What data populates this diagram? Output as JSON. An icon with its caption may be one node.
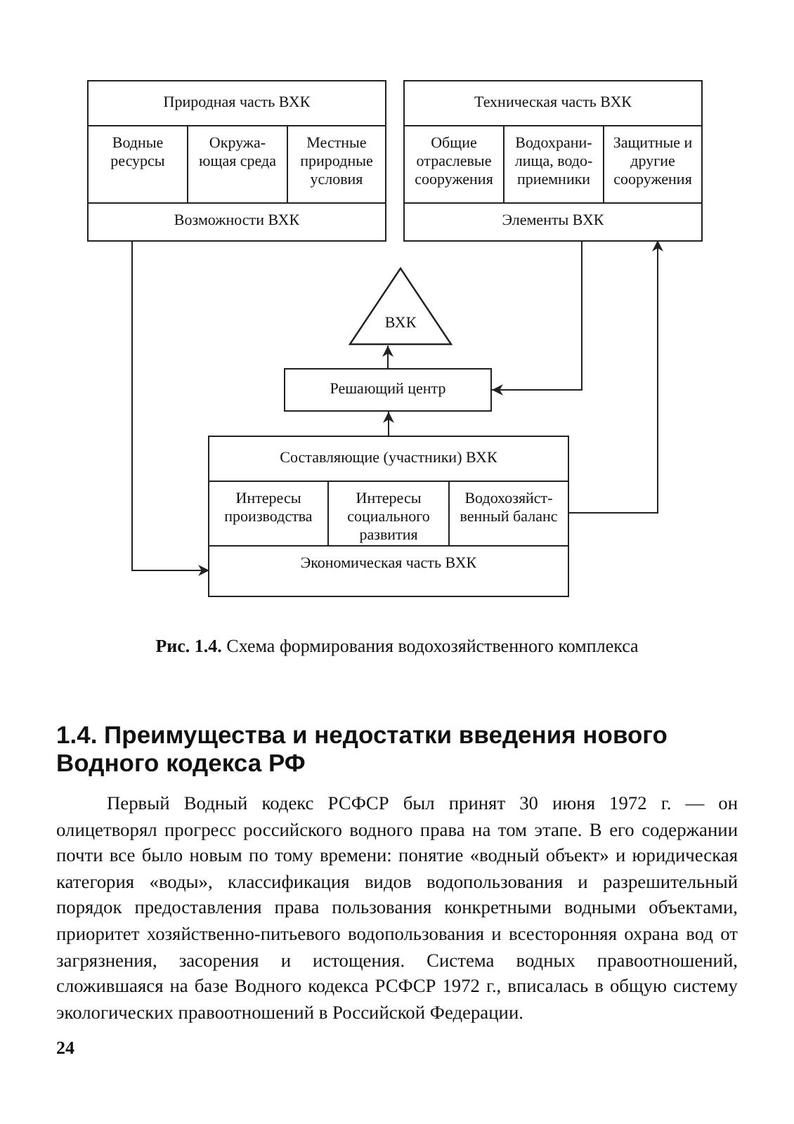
{
  "diagram": {
    "caption": "**Рис. 1.4.** Схема формирования водохозяйственного комплекса",
    "nodes": [
      {
        "text": [
          "Природная часть ВХК"
        ]
      },
      {
        "text": [
          "Водные ресурсы"
        ],
        "in": 0
      },
      {
        "text": [
          "Окружа- ющая среда"
        ],
        "in": 0
      },
      {
        "text": [
          "Местные природные условия"
        ],
        "in": 0
      },
      {
        "text": [
          "Возможности ВХК"
        ],
        "in": 0
      },
      {
        "text": [
          "Техническая часть ВХК"
        ]
      },
      {
        "text": [
          "Общие отраслевые сооружения"
        ],
        "in": 5
      },
      {
        "text": [
          "Водохрани- лища, водо- приемники"
        ],
        "in": 5
      },
      {
        "text": [
          "Защитные и другие сооружения"
        ],
        "in": 5
      },
      {
        "text": [
          "Элементы ВХК"
        ],
        "in": 5
      },
      {
        "text": [
          "ВХК"
        ]
      },
      {
        "text": [
          "Решающий центр"
        ]
      },
      {
        "text": [
          "Составляющие (участники) ВХК"
        ]
      },
      {
        "text": [
          "Интересы производства"
        ],
        "in": 12
      },
      {
        "text": [
          "Интересы социального развития"
        ],
        "in": 12
      },
      {
        "text": [
          "Водохозяйст- венный баланс"
        ],
        "in": 12
      },
      {
        "text": [
          "Экономическая часть ВХК"
        ],
        "in": 12
      }
    ],
    "edges": [
      {
        "from": 4,
        "to": 16,
        "arrow": "to"
      },
      {
        "from": 9,
        "to": 11,
        "arrow": "to"
      },
      {
        "from": 15,
        "to": 9,
        "arrow": "to"
      },
      {
        "from": 11,
        "to": 10,
        "arrow": "to"
      },
      {
        "from": 12,
        "to": 11,
        "arrow": "to"
      }
    ],
    "labels": [
      "1.4. Преимущества и недостатки введения нового Водного кодекса РФ",
      "Первый Водный кодекс РСФСР был принят 30 июня 1972 г. — он олицетворял прогресс российского водного права на том этапе. В его содержании почти все было новым по тому времени: понятие «водный объект» и юридическая категория «воды», классификация видов водопользования и разрешительный порядок предоставления права пользования конкретными водными объектами, приоритет хозяйственно-питьевого водопользования и всесторонняя охрана вод от загрязнения, засорения и истощения. Система водных правоотношений, сложившаяся на базе Водного кодекса РСФСР 1972 г., вписалась в общую систему экологических правоотношений в Российской Федерации.",
      "24"
    ]
  }
}
